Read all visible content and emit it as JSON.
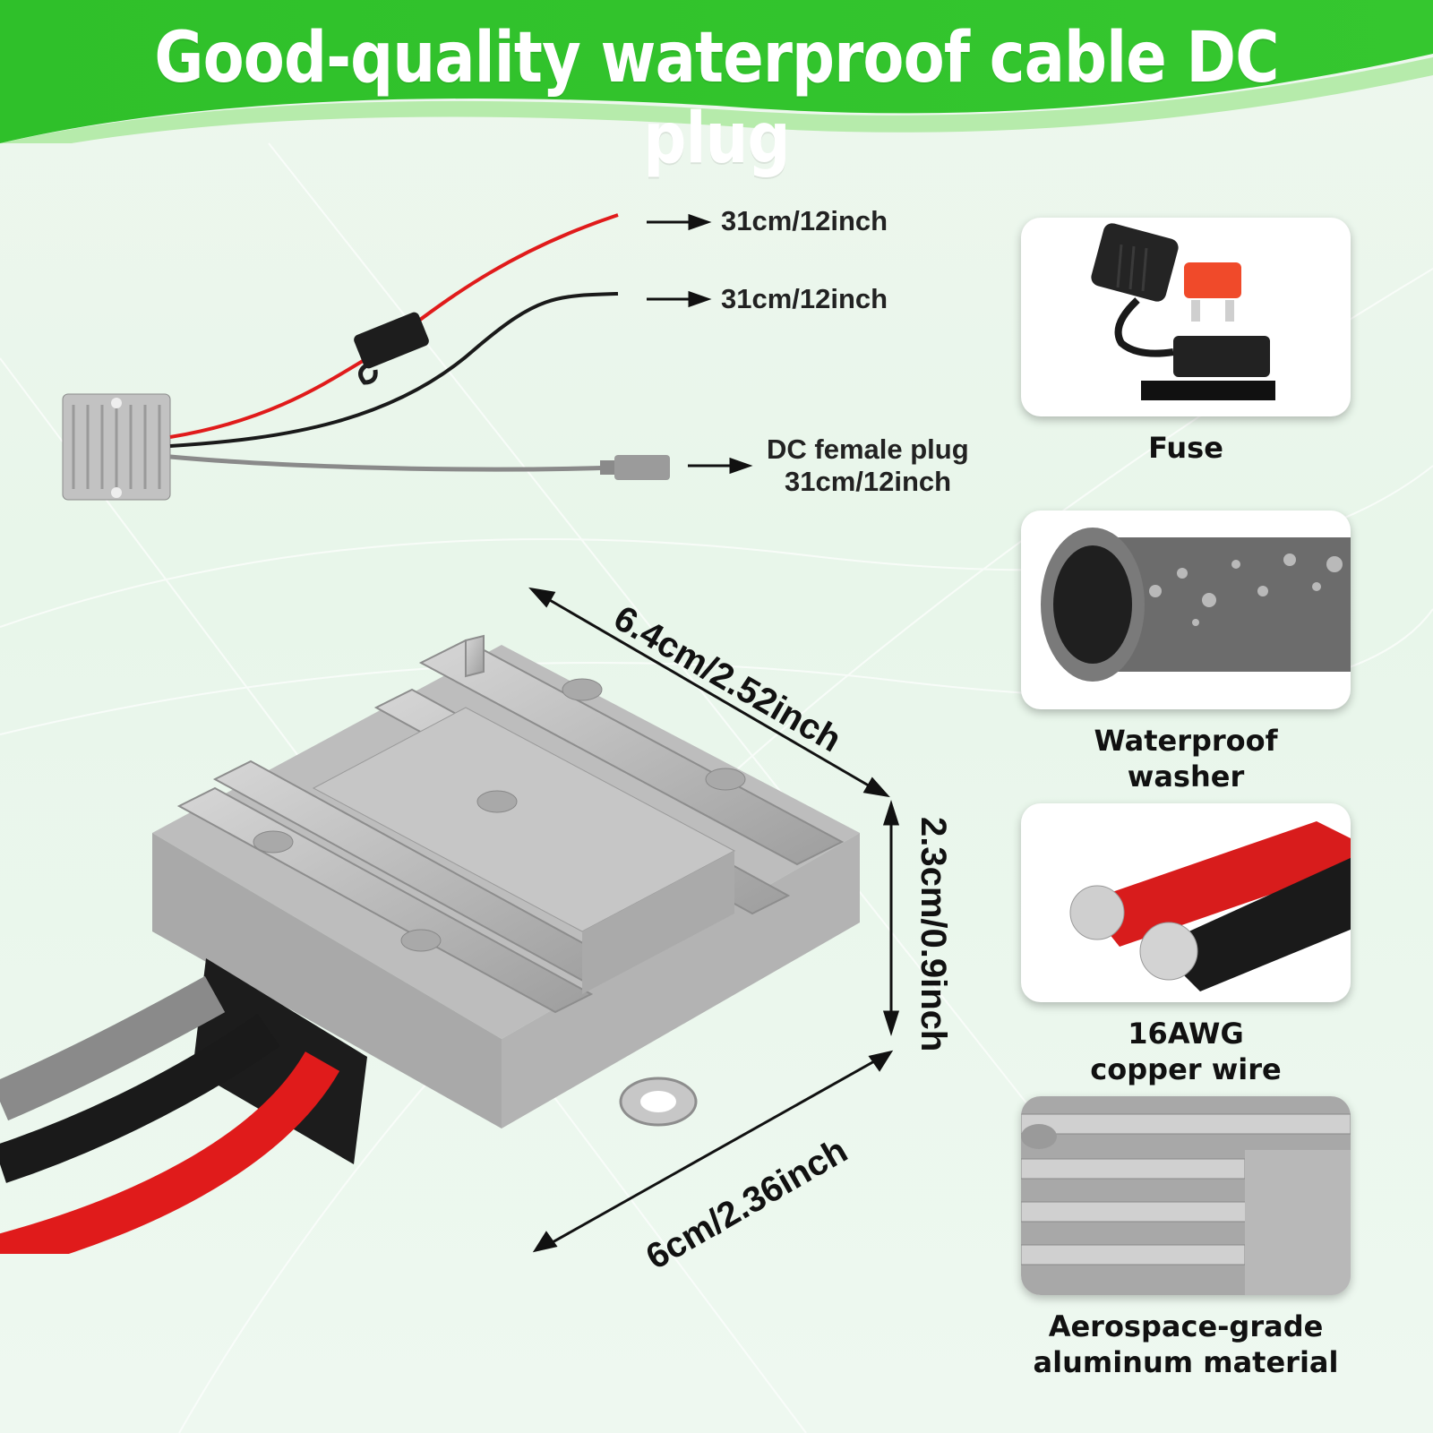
{
  "header": {
    "title": "Good-quality waterproof cable DC plug"
  },
  "wiring": {
    "red_wire_length": "31cm/12inch",
    "black_wire_length": "31cm/12inch",
    "plug_label_line1": "DC female plug",
    "plug_label_line2": "31cm/12inch"
  },
  "dimensions": {
    "length": "6.4cm/2.52inch",
    "height": "2.3cm/0.9inch",
    "width": "6cm/2.36inch"
  },
  "features": [
    {
      "line1": "Fuse",
      "line2": ""
    },
    {
      "line1": "Waterproof",
      "line2": "washer"
    },
    {
      "line1": "16AWG",
      "line2": "copper wire"
    },
    {
      "line1": "Aerospace-grade",
      "line2": "aluminum material"
    }
  ],
  "colors": {
    "banner_green": "#2fbe2a",
    "wire_red": "#e01b1b",
    "wire_black": "#1a1a1a",
    "wire_gray": "#7d7d7d",
    "aluminum": "#b9b9b9"
  }
}
